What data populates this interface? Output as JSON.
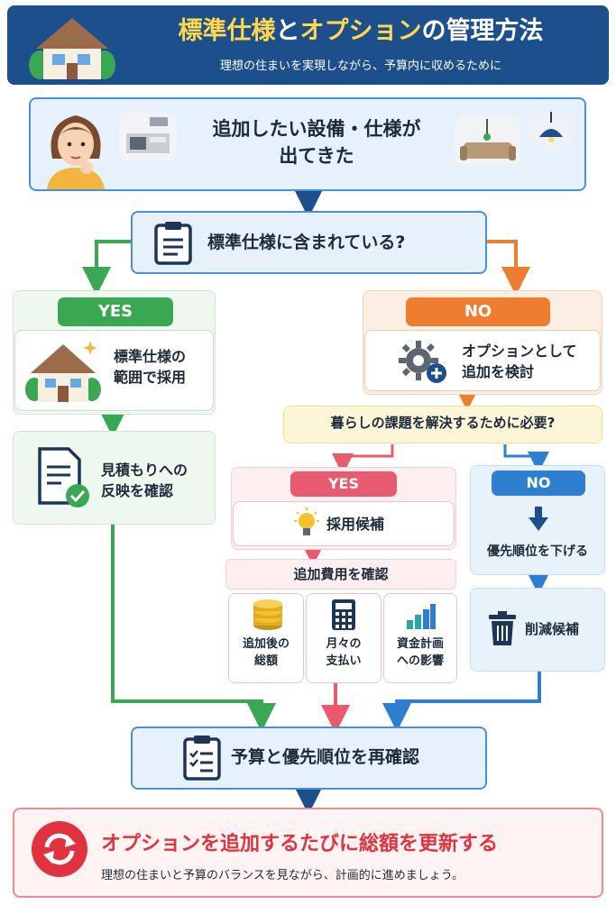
{
  "header": {
    "title_part1": "標準仕様",
    "title_part2": "と",
    "title_part3": "オプション",
    "title_part4": "の管理方法",
    "subtitle": "理想の住まいを実現しながら、予算内に収めるために"
  },
  "start": {
    "line1": "追加したい設備・仕様が",
    "line2": "出てきた"
  },
  "question1": "標準仕様に含まれている?",
  "yes_branch": {
    "label": "YES",
    "adopt_line1": "標準仕様の",
    "adopt_line2": "範囲で採用",
    "estimate_line1": "見積もりへの",
    "estimate_line2": "反映を確認"
  },
  "no_branch": {
    "label": "NO",
    "consider_line1": "オプションとして",
    "consider_line2": "追加を検討"
  },
  "question2": "暮らしの課題を解決するために必要?",
  "yes2": {
    "label": "YES",
    "candidate": "採用候補",
    "confirm_cost": "追加費用を確認",
    "items": [
      {
        "line1": "追加後の",
        "line2": "総額"
      },
      {
        "line1": "月々の",
        "line2": "支払い"
      },
      {
        "line1": "資金計画",
        "line2": "への影響"
      }
    ]
  },
  "no2": {
    "label": "NO",
    "lower_priority": "優先順位を下げる",
    "cut_candidate": "削減候補"
  },
  "reconfirm": "予算と優先順位を再確認",
  "footer": {
    "main": "オプションを追加するたびに総額を更新する",
    "sub": "理想の住まいと予算のバランスを見ながら、計画的に進めましょう。"
  },
  "colors": {
    "navy": "#1d4f8c",
    "green": "#3aa852",
    "orange": "#ee7d2f",
    "pink": "#e85a6e",
    "blue": "#2f7fd1",
    "red": "#e0333f"
  }
}
